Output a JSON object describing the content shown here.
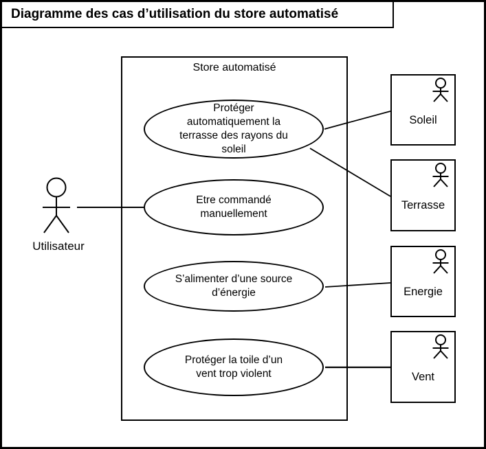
{
  "title": "Diagramme des cas d’utilisation du store automatisé",
  "system": {
    "label": "Store automatisé"
  },
  "use_cases": [
    {
      "id": "proteger-soleil",
      "label": "Protéger\nautomatiquement la\nterrasse des rayons du\nsoleil"
    },
    {
      "id": "commande-manuelle",
      "label": "Etre commandé\nmanuellement"
    },
    {
      "id": "alimentation",
      "label": "S’alimenter d’une source\nd’énergie"
    },
    {
      "id": "proteger-vent",
      "label": "Protéger la toile d’un\nvent trop violent"
    }
  ],
  "primary_actor": {
    "label": "Utilisateur"
  },
  "secondary_actors": [
    {
      "id": "soleil",
      "label": "Soleil"
    },
    {
      "id": "terrasse",
      "label": "Terrasse"
    },
    {
      "id": "energie",
      "label": "Energie"
    },
    {
      "id": "vent",
      "label": "Vent"
    }
  ],
  "associations": [
    {
      "from": "Utilisateur",
      "to": "Etre commandé manuellement"
    },
    {
      "from": "Protéger automatiquement la terrasse des rayons du soleil",
      "to": "Soleil"
    },
    {
      "from": "Protéger automatiquement la terrasse des rayons du soleil",
      "to": "Terrasse"
    },
    {
      "from": "S’alimenter d’une source d’énergie",
      "to": "Energie"
    },
    {
      "from": "Protéger la toile d’un vent trop violent",
      "to": "Vent"
    }
  ],
  "colors": {
    "line": "#000000",
    "background": "#ffffff"
  }
}
